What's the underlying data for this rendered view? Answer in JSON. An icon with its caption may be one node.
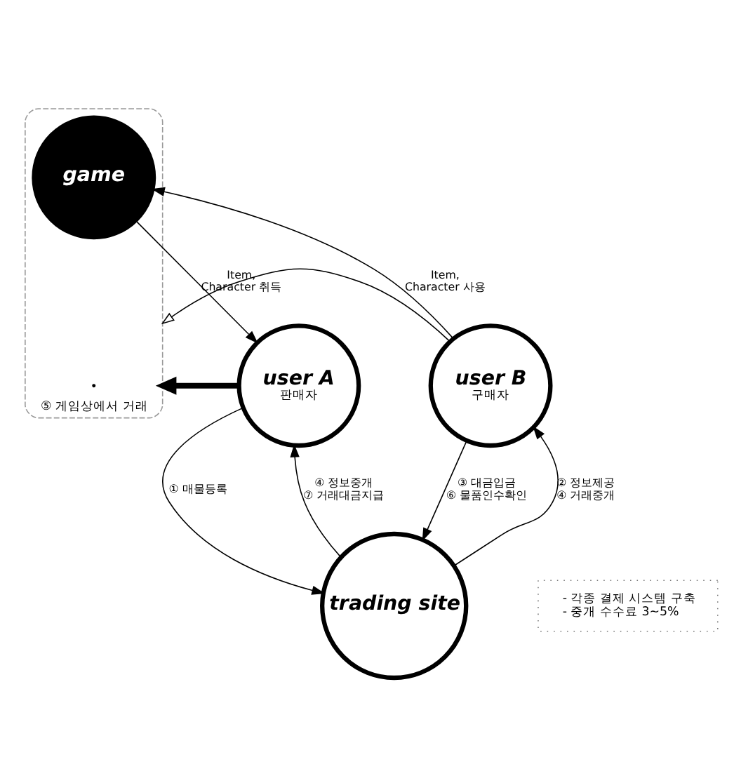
{
  "diagram": {
    "nodes": [
      {
        "text": [
          "⑤ 게임상에서 거래"
        ]
      },
      {
        "text": [
          "game"
        ],
        "in": 0
      },
      {
        "text": [
          "user A",
          "판매자"
        ]
      },
      {
        "text": [
          "user B",
          "구매자"
        ]
      },
      {
        "text": [
          "trading site"
        ]
      },
      {
        "text": [
          "- 각종 결제 시스템 구축",
          "- 중개 수수료 3~5%"
        ]
      }
    ],
    "edges": [
      {
        "from": 1,
        "to": 2,
        "arrow": "to",
        "label": "Item, Character 취득"
      },
      {
        "from": 3,
        "to": 1,
        "arrow": "to",
        "label": "Item, Character 사용"
      },
      {
        "from": 2,
        "to": 0,
        "arrow": "to",
        "style": "thick"
      },
      {
        "from": 3,
        "to": 0,
        "arrow": "to"
      },
      {
        "from": 2,
        "to": 4,
        "arrow": "to",
        "label": "① 매물등록"
      },
      {
        "from": 4,
        "to": 2,
        "arrow": "to",
        "label": "④ 정보중개 ⑦ 거래대금지급"
      },
      {
        "from": 4,
        "to": 3,
        "arrow": "to",
        "label": "② 정보제공 ④ 거래중개"
      },
      {
        "from": 3,
        "to": 4,
        "arrow": "to",
        "label": "③ 대금입금 ⑥ 물품인수확인"
      }
    ]
  }
}
